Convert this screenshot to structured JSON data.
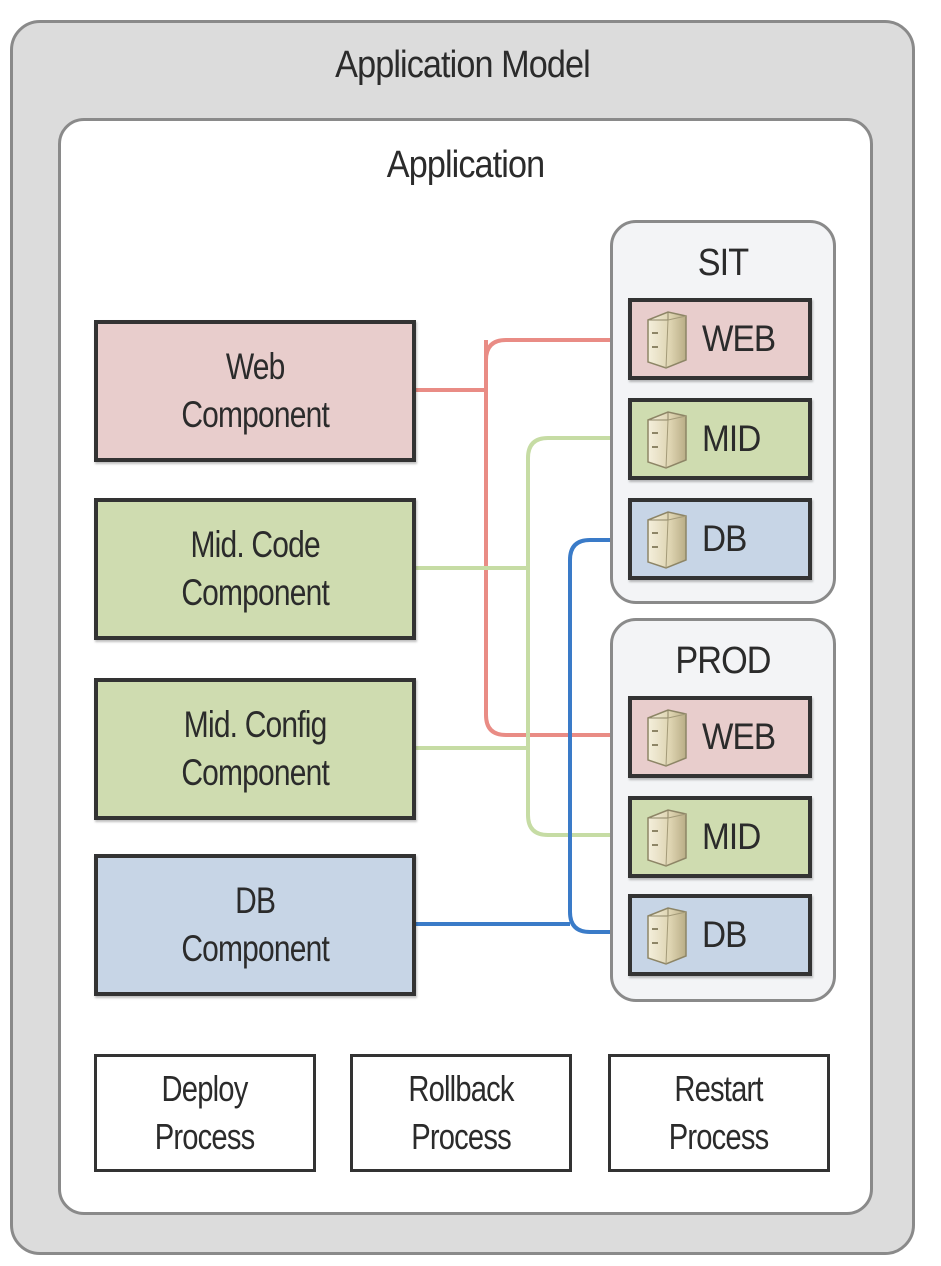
{
  "colors": {
    "web": "#e8cdcc",
    "mid": "#cfdcb0",
    "db": "#c7d5e6",
    "web_line": "#e98c85",
    "mid_line": "#c6dca4",
    "db_line": "#3a7bc8",
    "model_bg": "#dcdcdc",
    "env_bg": "#f3f4f6"
  },
  "model": {
    "title": "Application Model"
  },
  "application": {
    "title": "Application"
  },
  "components": [
    {
      "id": "web",
      "line1": "Web",
      "line2": "Component",
      "type": "web"
    },
    {
      "id": "mid-code",
      "line1": "Mid. Code",
      "line2": "Component",
      "type": "mid"
    },
    {
      "id": "mid-config",
      "line1": "Mid. Config",
      "line2": "Component",
      "type": "mid"
    },
    {
      "id": "db",
      "line1": "DB",
      "line2": "Component",
      "type": "db"
    }
  ],
  "environments": [
    {
      "name": "SIT",
      "servers": [
        {
          "label": "WEB",
          "type": "web",
          "icon": "server-icon"
        },
        {
          "label": "MID",
          "type": "mid",
          "icon": "server-icon"
        },
        {
          "label": "DB",
          "type": "db",
          "icon": "server-icon"
        }
      ]
    },
    {
      "name": "PROD",
      "servers": [
        {
          "label": "WEB",
          "type": "web",
          "icon": "server-icon"
        },
        {
          "label": "MID",
          "type": "mid",
          "icon": "server-icon"
        },
        {
          "label": "DB",
          "type": "db",
          "icon": "server-icon"
        }
      ]
    }
  ],
  "processes": [
    {
      "line1": "Deploy",
      "line2": "Process"
    },
    {
      "line1": "Rollback",
      "line2": "Process"
    },
    {
      "line1": "Restart",
      "line2": "Process"
    }
  ],
  "connections": [
    {
      "from": "web",
      "to": [
        "SIT.WEB",
        "PROD.WEB"
      ]
    },
    {
      "from": "mid-code",
      "to": [
        "SIT.MID",
        "PROD.MID"
      ]
    },
    {
      "from": "mid-config",
      "to": [
        "SIT.MID",
        "PROD.MID"
      ]
    },
    {
      "from": "db",
      "to": [
        "SIT.DB",
        "PROD.DB"
      ]
    }
  ]
}
